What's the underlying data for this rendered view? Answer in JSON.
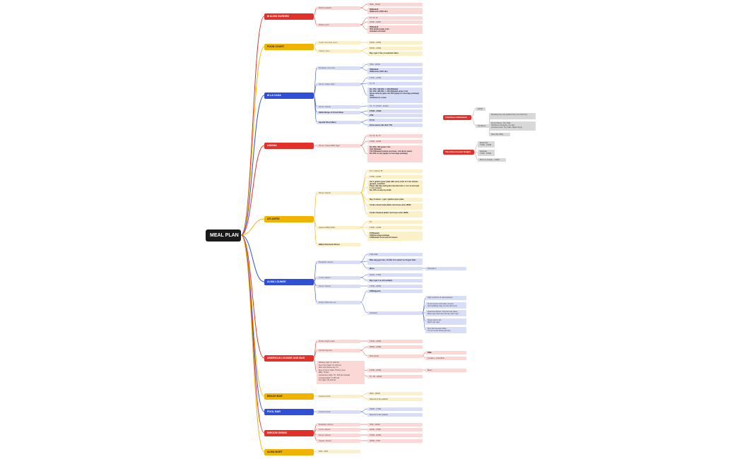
{
  "root": "MEAL PLAN",
  "branches": {
    "alma_garden": {
      "label": "ALMA GARDEN",
      "icon": "flower-icon"
    },
    "food_court": {
      "label": "FOOD COURT"
    },
    "la_casa": {
      "label": "LA CASA",
      "icon": "flower-icon"
    },
    "asiana": {
      "label": "ASIANA"
    },
    "atlantis": {
      "label": "ATLANTIS"
    },
    "alma_lounge": {
      "label": "ALMA LOUNGE"
    },
    "american_lounge": {
      "label": "AMERICAN LOUNGE AND BAR"
    },
    "beach_bar": {
      "label": "BEACH BAR"
    },
    "pool_bar": {
      "label": "POOL BAR"
    },
    "inroom_dining": {
      "label": "INROOM DINING"
    },
    "alma_mart": {
      "label": "ALMA MART"
    }
  },
  "subs": {
    "ag_breakfast": "Buffet breakfast",
    "ag_lunch": "Buffet Lunch",
    "fc_lunch": "Lunch: A la carte menu",
    "fc_classic": "Classic menu",
    "lc_breakfast": "Breakfast: A la carte",
    "lc_dinner_italian": "Dinner: Italian Night",
    "lc_dinner": "Dinner: Alacart",
    "lc_burger": "Italian Burger & French Beer",
    "lc_special": "Special Chest Menu",
    "as_dinner": "Dinner: Asiana BBQ Night",
    "at_dinner": "Dinner: Alacart",
    "at_seafood": "Seafood BBQ Buffet",
    "at_bbq": "BBQ & Romantic Dinner",
    "al_breakfast": "Breakfast: Alacart",
    "al_lunch": "Lunch: Alacart",
    "al_dinner": "Dinner: Alacart",
    "al_tea": "Emily's Afternoon tea",
    "am_drinks": "Drinks & light snack",
    "am_dining": "Kid dinning area",
    "am_happy": "Whiskey night: T2, 40% dis\nDo & Tonic Night: T3, 30% dis\nWine and Cheese day: T4\nBeer & Soccer Night: T5 Buy 1 beer\nBBQ: T6 8am\nGentleman's Night: T6 - 30% dis cocktails\nCrowded Night: T7 30% dis\nThe Night: CN 20% dis",
    "bb_snack": "Snack & Drink",
    "pb_snack": "Snack & Drink",
    "id_breakfast": "Breakfast: Alacart",
    "id_lunch": "Lunch: Alacart",
    "id_dinner": "Dinner: Alacart",
    "id_supper": "Supper: Alacart",
    "mart_hours": "8AM - 9PM"
  },
  "leaves": {
    "ag_b1": "6h30 - 10h30",
    "ag_b2": "600k/adult\n300k/senior (50% dis)",
    "ag_l1": "T2, T3, T4",
    "ag_l2": "11h30 - 14h30",
    "ag_l3": "350k/adult\n50% dis/kid under 1.2m\nincluded soft drink",
    "fc_l1": "10h30 - 22h00",
    "fc_c1": "10h30 - 22h00",
    "fc_c2": "Buy 1 get 1 free on selected cakes",
    "lc_b1": "7h00 - 10h30",
    "lc_b2": "500k/adult\n250k/senior (50% dis)",
    "lc_d1": "17h30 - 21h30",
    "lc_d2": "T2, T3",
    "lc_d3": "Dis 15%: 449.000 => 349.000/adult\nDis 15%: 495.000 => 425.000/adult under 1.2m\nHouse wine by glass dis 50% (apply for beverage package) (75k)\nUnlimited ice cream",
    "lc_a1": "T4 - T7 (17h30 - 21h30)",
    "lc_bu1": "17h30 - 21h30",
    "lc_bu2": "275k",
    "lc_s1": "T2 T3",
    "lc_s2": "Extra sauce/ side dish: 75k",
    "as_1": "T2, T3, T4, T7",
    "as_2": "17h30 - 21h30",
    "as_3": "Dis 50%: 450 under 1.2m\n1kid 450/adult\nT30 450/adult (include local beer, soft drink, water)\nDis 50% on buy (apply for beverage package)",
    "at_1": "T2 => CN trừ T5",
    "at_2": "17h30 - 21h30",
    "at_3": "Get 1 grilled oyster plate with every order of 1 live lobster, grouper, snowfish\nTắng 1 đĩa hàu nướng khi mua tôm hùm, 1 con cá mú hoặc 1 con cá tuyết\nDis 15% on wine by bottle",
    "at_4": "Buy 1 lobster -> get 1 grilled oyster plate",
    "at_5": "Combo mixed meat platter and house wine 1800k",
    "at_6": "Combo Seafood platter and house wine 1800k",
    "at_7": "T5",
    "at_8": "17h30 - 21h30",
    "at_9": "1575k/adult\n100k/beverage package\n1795k/adult: Food and 1/2 lobster",
    "lo_1": "Tuần nhất",
    "lo_2": "Bữa sáng gọi món, chỉ dẫn cho owner/ an chuyen khác",
    "lo_3": "Menu",
    "lo_3a": "Schedule 1",
    "lo_4": "11h00 - 17h30",
    "lo_5": "Buy 1 get 1 on all cocktails",
    "lo_6": "17h30 - 22h30",
    "lo_7": "225k/2guests",
    "lo_8": "Inclusions",
    "lo_t1": "Daily selection of cakes/pastries",
    "lo_t2": "Fresh scones and butter crumpet\nSunrise(Bông chảy với sữa dừa tươi)",
    "lo_t3": "Selected pastries, fruit tarts and cakes\nBánh ngọt, bánh tart trái cây, bánh ngọt",
    "lo_t4": "Sweet savory tart\nBánh mặn ngọt",
    "lo_t5": "Free flow tea and coffee\nTrà và cà phê không giới hạn",
    "am_1": "17h30 - 22h30",
    "am_2": "18h00 - 22h00",
    "am_3": "Kid's corner",
    "am_3a": "299k",
    "am_3b": "1 snack + 1 soft drink",
    "am_4": "17h30 - 22h30",
    "am_4a": "Menu",
    "am_5": "T2 - 8h - 22h30",
    "bb_1": "9h00 - 18h00",
    "bb_2": "Depend on the weather",
    "pb_1": "10h00 - 17h00",
    "pb_2": "Depend on the weather",
    "id_1": "7h00 - 11h00",
    "id_2": "11h00 - 17h00",
    "id_3": "17h00 - 22h30",
    "id_4": "22h30 - 7h00"
  },
  "floating": {
    "f1_title": "Tourtières Unleashed",
    "f1_a": "11h30",
    "f1_b": "Tourtières",
    "f1_b1": "Roasting tray only (wallnut from river 100 mix)",
    "f1_b2": "Fresh Chèvre, Tiny Salts\nHalf Moon Croquette, Fly Jam\nCroissant Feta, Tiny Salts, Maple Syrup",
    "f1_c": "Note (Tax 15%)",
    "f2_title": "The Alma Coastal Delight",
    "f2_a": "Beach bar\n17h00 - 18h30",
    "f2_b": "Saturday\n17h00 - 19h00",
    "f2_c": "RO to 4. Include ~ 1000k"
  }
}
